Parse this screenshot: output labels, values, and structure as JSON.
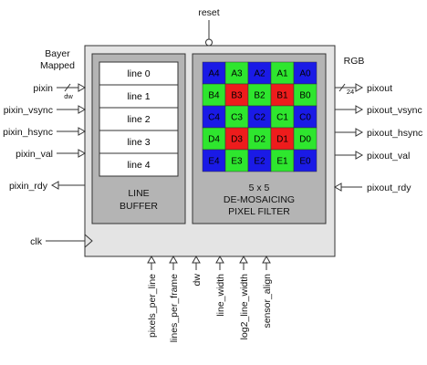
{
  "reset_label": "reset",
  "input_header": [
    "Bayer",
    "Mapped"
  ],
  "output_header": "RGB",
  "inputs": [
    {
      "label": "pixin",
      "width": "dw"
    },
    {
      "label": "pixin_vsync"
    },
    {
      "label": "pixin_hsync"
    },
    {
      "label": "pixin_val"
    },
    {
      "label": "pixin_rdy"
    }
  ],
  "outputs": [
    {
      "label": "pixout",
      "width": "24"
    },
    {
      "label": "pixout_vsync"
    },
    {
      "label": "pixout_hsync"
    },
    {
      "label": "pixout_val"
    },
    {
      "label": "pixout_rdy"
    }
  ],
  "clk_label": "clk",
  "line_buffer": {
    "lines": [
      "line 0",
      "line 1",
      "line 2",
      "line 3",
      "line 4"
    ],
    "title": [
      "LINE",
      "BUFFER"
    ]
  },
  "filter": {
    "title": [
      "5 x 5",
      "DE-MOSAICING",
      "PIXEL FILTER"
    ],
    "grid": [
      [
        "A4",
        "A3",
        "A2",
        "A1",
        "A0"
      ],
      [
        "B4",
        "B3",
        "B2",
        "B1",
        "B0"
      ],
      [
        "C4",
        "C3",
        "C2",
        "C1",
        "C0"
      ],
      [
        "D4",
        "D3",
        "D2",
        "D1",
        "D0"
      ],
      [
        "E4",
        "E3",
        "E2",
        "E1",
        "E0"
      ]
    ],
    "colors": [
      [
        "blue",
        "green",
        "blue",
        "green",
        "blue"
      ],
      [
        "green",
        "red",
        "green",
        "red",
        "green"
      ],
      [
        "blue",
        "green",
        "blue",
        "green",
        "blue"
      ],
      [
        "green",
        "red",
        "green",
        "red",
        "green"
      ],
      [
        "blue",
        "green",
        "blue",
        "green",
        "blue"
      ]
    ],
    "palette": {
      "blue": "#1a1ae6",
      "green": "#2ee62e",
      "red": "#ee1c1c"
    }
  },
  "params": [
    "pixels_per_line",
    "lines_per_frame",
    "dw",
    "line_width",
    "log2_line_width",
    "sensor_align"
  ],
  "colors": {
    "outer_box": "#e4e4e4",
    "inner_box": "#b4b4b4",
    "line_cell": "#ffffff",
    "stroke": "#333333"
  }
}
